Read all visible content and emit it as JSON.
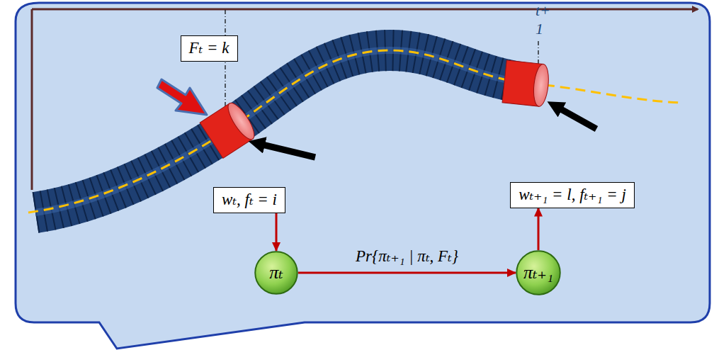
{
  "diagram": {
    "nodes": [
      {
        "text": [
          "Fₜ = k"
        ]
      },
      {
        "text": [
          "wₜ, fₜ = i"
        ]
      },
      {
        "text": [
          "wₜ₊₁ = l, fₜ₊₁ = j"
        ]
      },
      {
        "text": [
          "πₜ"
        ]
      },
      {
        "text": [
          "πₜ₊₁"
        ]
      }
    ],
    "edges": [
      {
        "from": 1,
        "to": 3,
        "arrow": "to"
      },
      {
        "from": 3,
        "to": 4,
        "label": "Pr{πₜ₊₁ | πₜ, Fₜ}",
        "arrow": "to"
      },
      {
        "from": 4,
        "to": 2,
        "arrow": "to"
      }
    ],
    "labels": [
      "t+ 1"
    ]
  }
}
